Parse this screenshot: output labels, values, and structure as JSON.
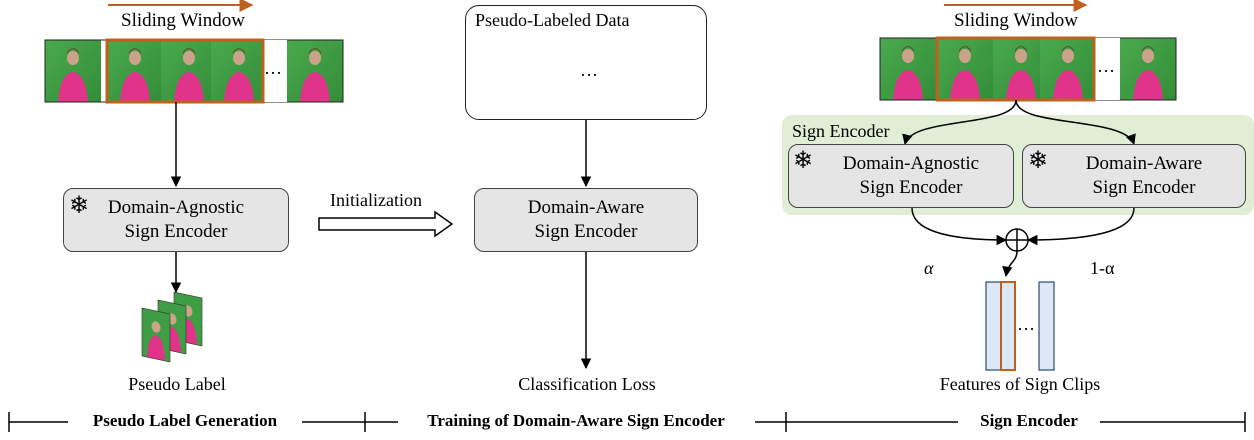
{
  "left": {
    "window_label": "Sliding Window",
    "encoder": "Domain-Agnostic\nSign Encoder",
    "output_label": "Pseudo Label"
  },
  "middle": {
    "data_label": "Pseudo-Labeled Data",
    "arrow_label": "Initialization",
    "encoder": "Domain-Aware\nSign Encoder",
    "output_label": "Classification Loss"
  },
  "right": {
    "window_label": "Sliding Window",
    "panel_label": "Sign Encoder",
    "agnostic_encoder": "Domain-Agnostic\nSign Encoder",
    "aware_encoder": "Domain-Aware\nSign Encoder",
    "alpha_left": "α",
    "alpha_right": "1-α",
    "output_label": "Features of Sign Clips"
  },
  "ellipsis": "…",
  "snowflake": "❄",
  "stages": [
    {
      "label": "Pseudo Label Generation"
    },
    {
      "label": "Training of Domain-Aware Sign Encoder"
    },
    {
      "label": "Sign Encoder"
    }
  ],
  "colors": {
    "window_border": "#c0601f",
    "green_bg": "#3f9e43",
    "shirt": "#e0338a",
    "encoder_fill": "#e5e5e5",
    "panel_fill": "#dfeed5",
    "feature_fill": "#dce8f5"
  }
}
